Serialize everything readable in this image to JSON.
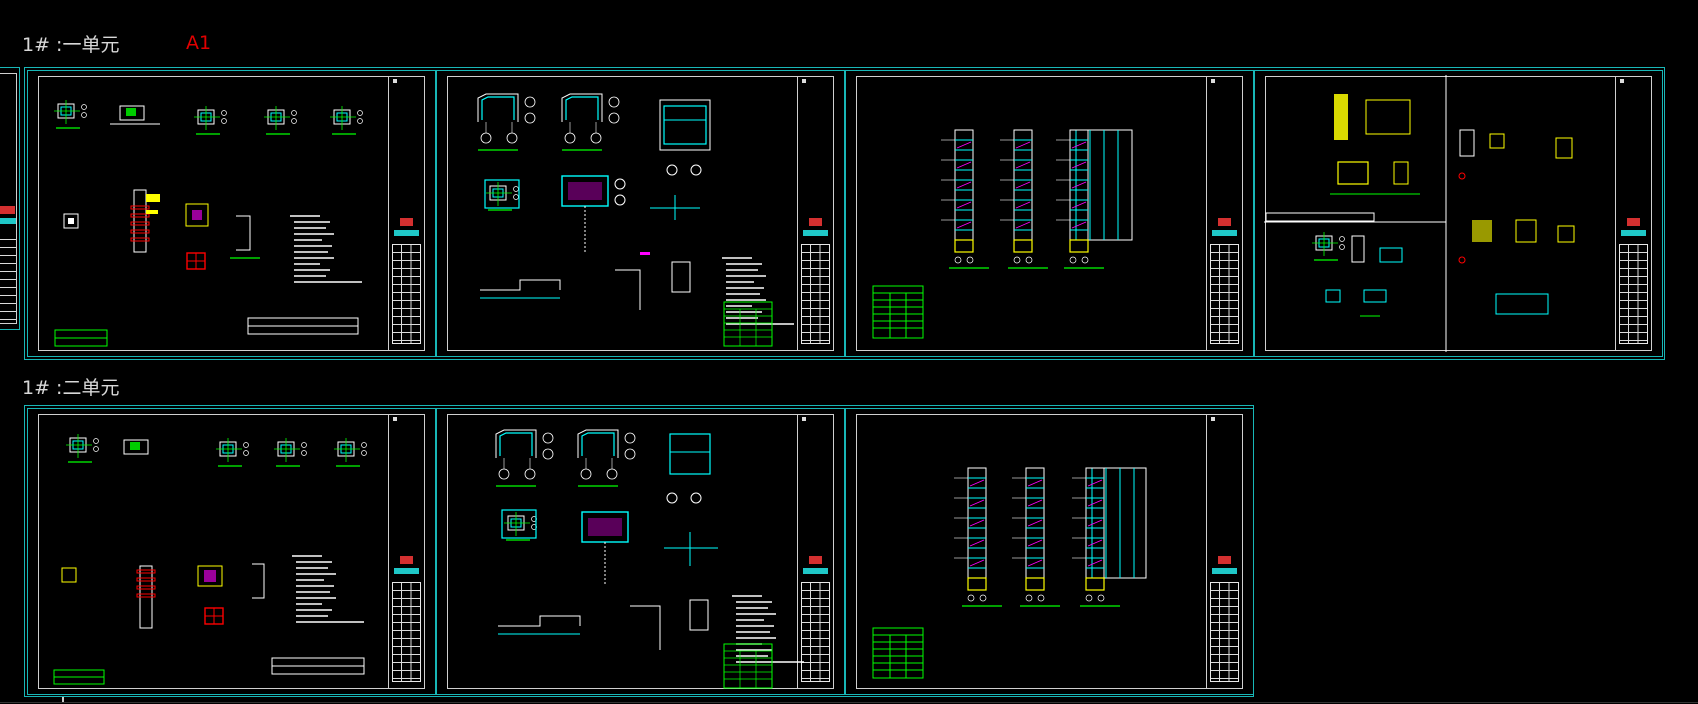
{
  "canvas": {
    "rows": [
      {
        "label": "1# :一单元",
        "tag": "A1"
      },
      {
        "label": "1# :二单元",
        "tag": ""
      }
    ]
  },
  "colors": {
    "background": "#000000",
    "frame": "#18b7b7",
    "linework_cyan": "#00ffff",
    "linework_yellow": "#ffff00",
    "linework_green": "#00ff00",
    "linework_red": "#ff0000",
    "linework_magenta": "#ff00ff",
    "label_text": "#d8d8d8",
    "tag_text": "#e00000"
  },
  "icons": {
    "column_detail": "column-detail-icon",
    "elevation": "elevation-icon",
    "table": "table-icon"
  }
}
